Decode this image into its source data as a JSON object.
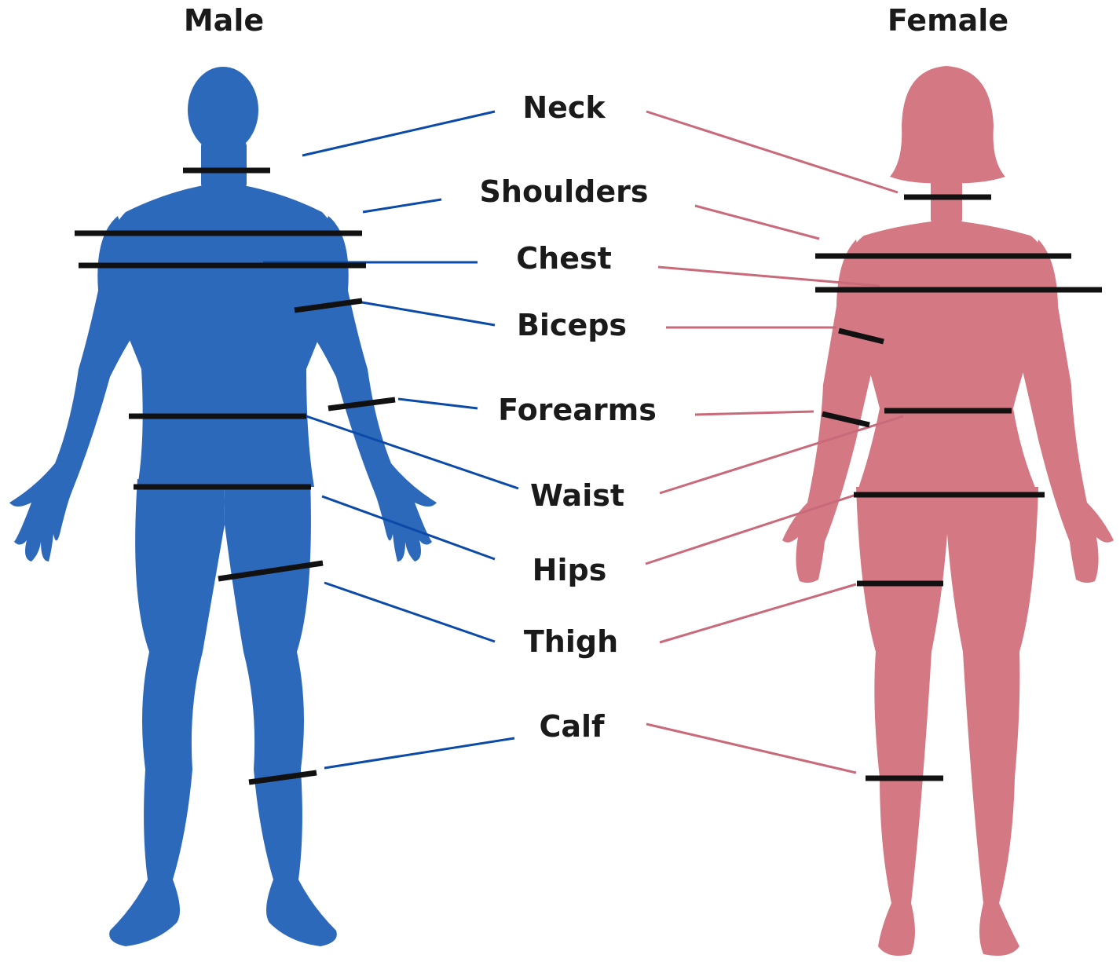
{
  "headings": {
    "male": "Male",
    "female": "Female"
  },
  "colors": {
    "male": "#2d69bb",
    "male_line": "#0b4aa8",
    "female": "#d47884",
    "female_line": "#c96a7a",
    "band": "#111111",
    "text": "#1a1a1a"
  },
  "labels": {
    "neck": "Neck",
    "shoulders": "Shoulders",
    "chest": "Chest",
    "biceps": "Biceps",
    "forearms": "Forearms",
    "waist": "Waist",
    "hips": "Hips",
    "thigh": "Thigh",
    "calf": "Calf"
  }
}
